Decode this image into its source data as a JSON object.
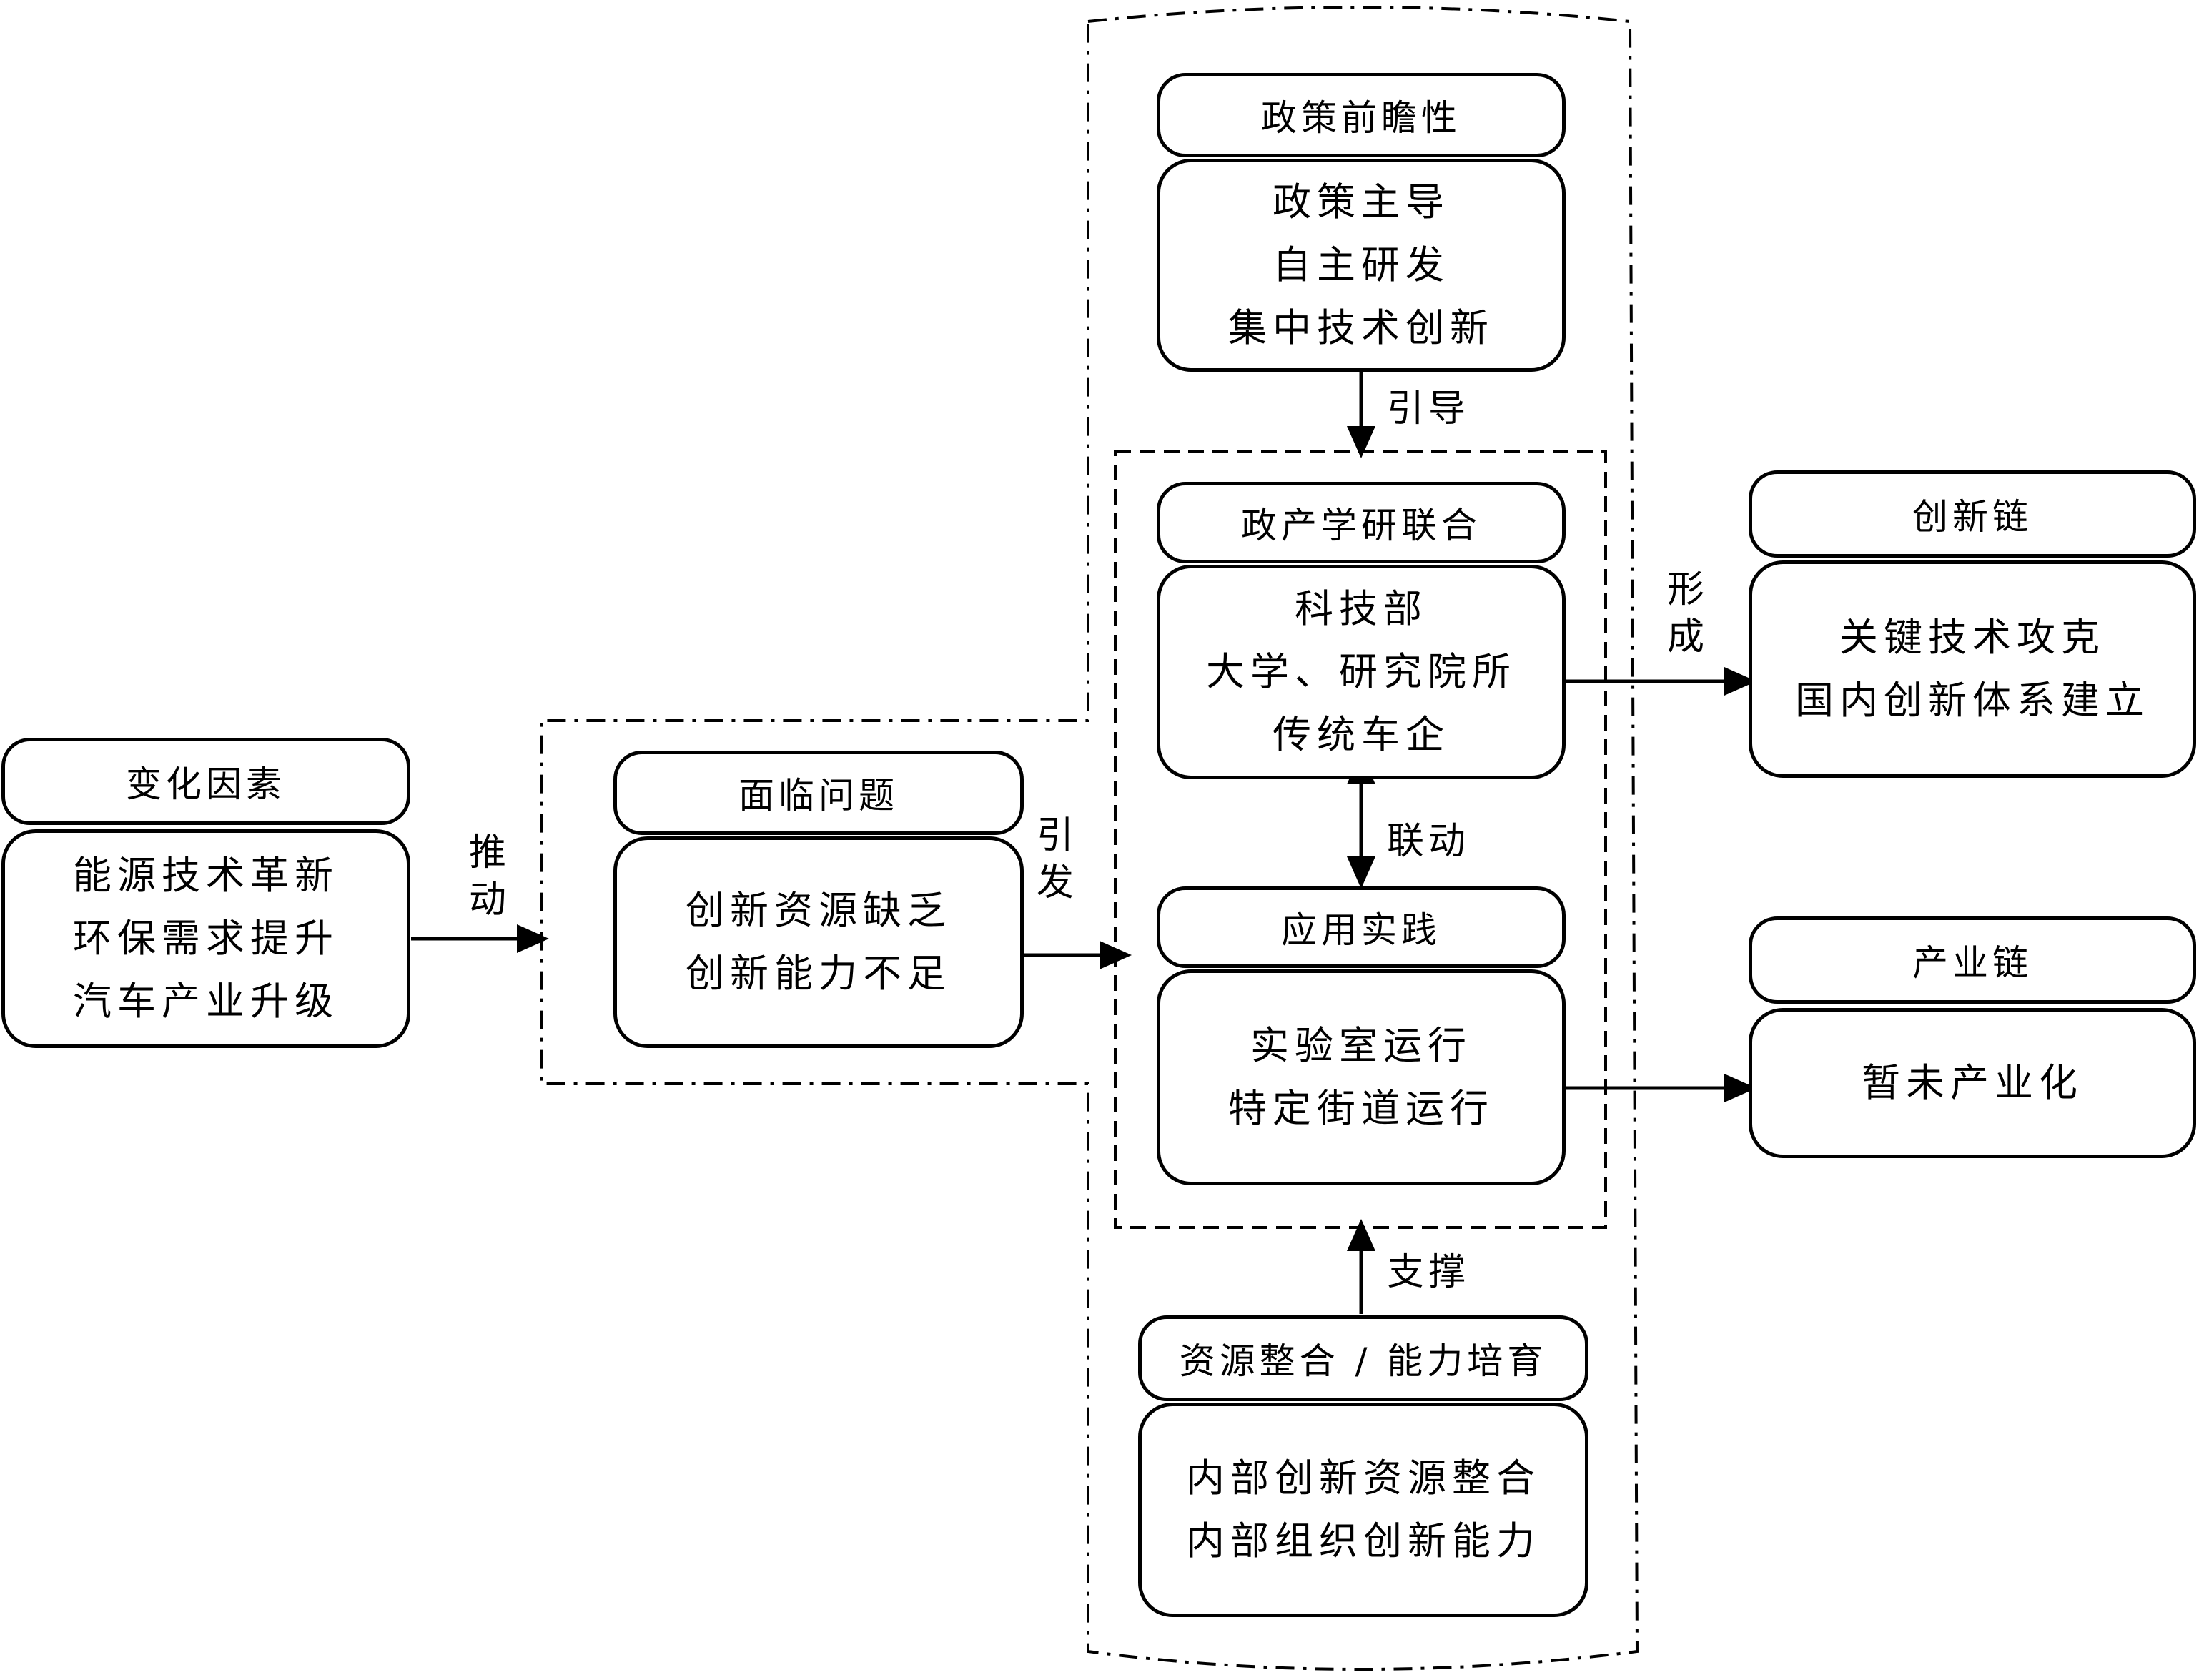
{
  "nodes": {
    "change_factors": {
      "header": "变化因素",
      "lines": [
        "能源技术革新",
        "环保需求提升",
        "汽车产业升级"
      ]
    },
    "problems": {
      "header": "面临问题",
      "lines": [
        "创新资源缺乏",
        "创新能力不足"
      ]
    },
    "policy": {
      "header": "政策前瞻性",
      "lines": [
        "政策主导",
        "自主研发",
        "集中技术创新"
      ]
    },
    "collaboration": {
      "header": "政产学研联合",
      "lines": [
        "科技部",
        "大学、研究院所",
        "传统车企"
      ]
    },
    "practice": {
      "header": "应用实践",
      "lines": [
        "实验室运行",
        "特定街道运行"
      ]
    },
    "resources": {
      "header": "资源整合 / 能力培育",
      "lines": [
        "内部创新资源整合",
        "内部组织创新能力"
      ]
    },
    "innovation_chain": {
      "header": "创新链",
      "lines": [
        "关键技术攻克",
        "国内创新体系建立"
      ]
    },
    "industry_chain": {
      "header": "产业链",
      "lines": [
        "暂未产业化"
      ]
    }
  },
  "edges": {
    "drive": [
      "推",
      "动"
    ],
    "trigger": [
      "引",
      "发"
    ],
    "guide": "引导",
    "link": "联动",
    "support": "支撑",
    "form": [
      "形",
      "成"
    ]
  }
}
